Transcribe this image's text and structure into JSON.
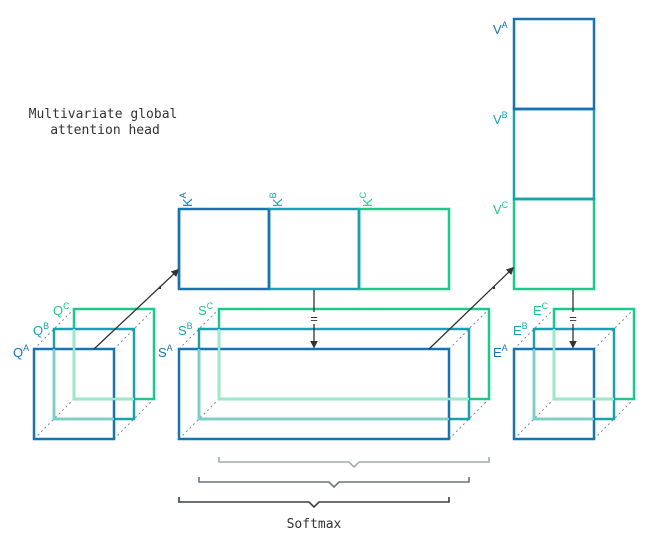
{
  "title_line1": "Multivariate global",
  "title_line2": "attention head",
  "operators": {
    "dot_left": "·",
    "dot_right": "·",
    "eq": "="
  },
  "query": {
    "letter": "Q",
    "sup": [
      "A",
      "B",
      "C"
    ]
  },
  "key": {
    "letter": "K",
    "sup": [
      "A",
      "B",
      "C"
    ]
  },
  "score": {
    "letter": "S",
    "sup": [
      "A",
      "B",
      "C"
    ]
  },
  "value": {
    "letter": "V",
    "sup": [
      "A",
      "B",
      "C"
    ]
  },
  "output": {
    "letter": "E",
    "sup": [
      "A",
      "B",
      "C"
    ]
  },
  "softmax_label": "Softmax",
  "colors": {
    "A": "#1874b0",
    "B": "#19a2ae",
    "C": "#1dc98a",
    "back_fill": "#9de8c8",
    "mid_fill": "#7fcfc4",
    "brace_dark": "#3a3f44",
    "brace_mid": "#6c747a",
    "brace_light": "#a3aab0",
    "ink": "#333333",
    "dashed": "#7c8aa0"
  }
}
